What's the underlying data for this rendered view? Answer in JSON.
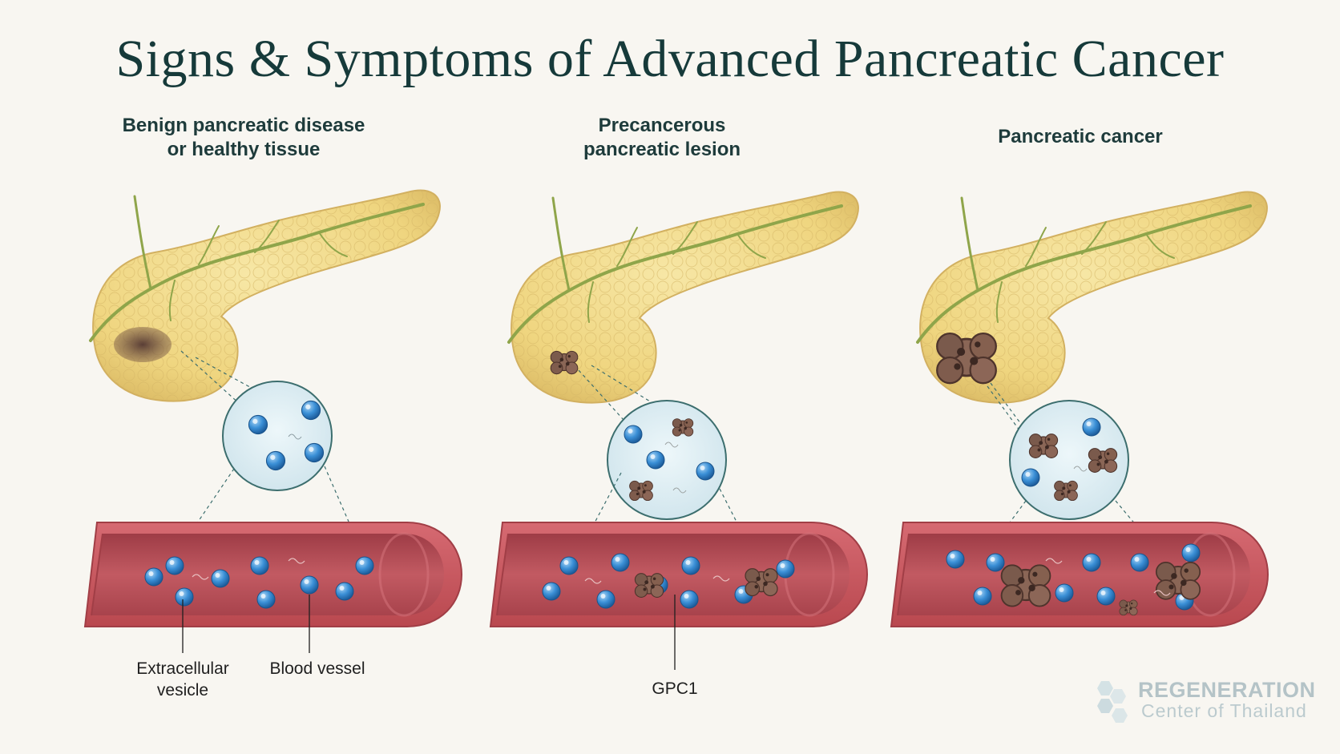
{
  "title": "Signs & Symptoms of Advanced Pancreatic Cancer",
  "panels": [
    {
      "label_line1": "Benign pancreatic disease",
      "label_line2": "or healthy tissue"
    },
    {
      "label_line1": "Precancerous",
      "label_line2": "pancreatic lesion"
    },
    {
      "label_line1": "Pancreatic cancer",
      "label_line2": ""
    }
  ],
  "callouts": {
    "extracellular_vesicle_line1": "Extracellular",
    "extracellular_vesicle_line2": "vesicle",
    "blood_vessel": "Blood vessel",
    "gpc1": "GPC1"
  },
  "logo": {
    "line1": "REGENERATION",
    "line2": "Center of Thailand"
  },
  "colors": {
    "title": "#163a3a",
    "pancreas": "#f0d98a",
    "duct": "#8fa54a",
    "vesicle": "#3a8fd6",
    "tumor": "#7a5c52",
    "vessel_wall": "#c8555f",
    "vessel_lumen": "#b2454f",
    "magnifier": "#d9ecf2"
  }
}
